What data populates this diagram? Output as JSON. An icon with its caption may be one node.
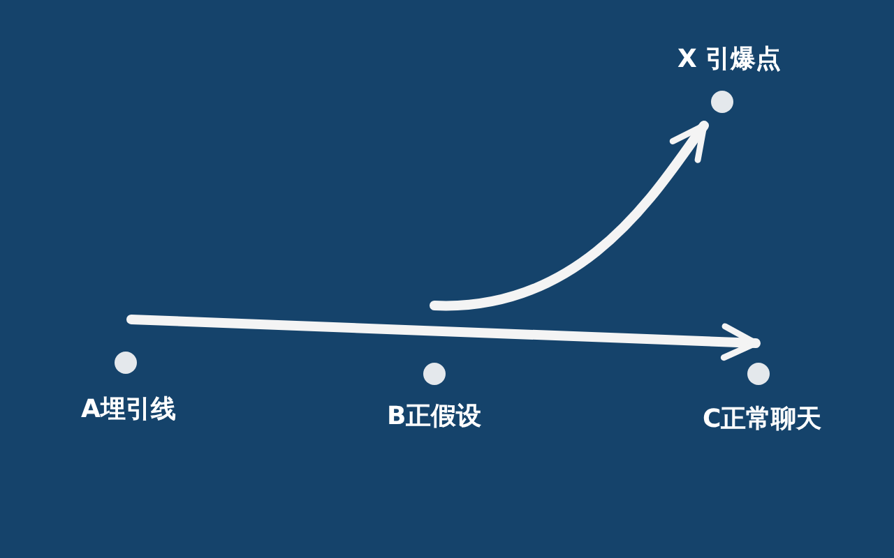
{
  "diagram": {
    "nodes": [
      {
        "text": [
          "A埋引线"
        ]
      },
      {
        "text": [
          "B正假设"
        ]
      },
      {
        "text": [
          "C正常聊天"
        ]
      },
      {
        "text": [
          "X 引爆点"
        ]
      }
    ],
    "edges": [
      {
        "from": 0,
        "to": 2,
        "arrow": "to"
      },
      {
        "from": 1,
        "to": 3,
        "arrow": "to"
      }
    ]
  }
}
